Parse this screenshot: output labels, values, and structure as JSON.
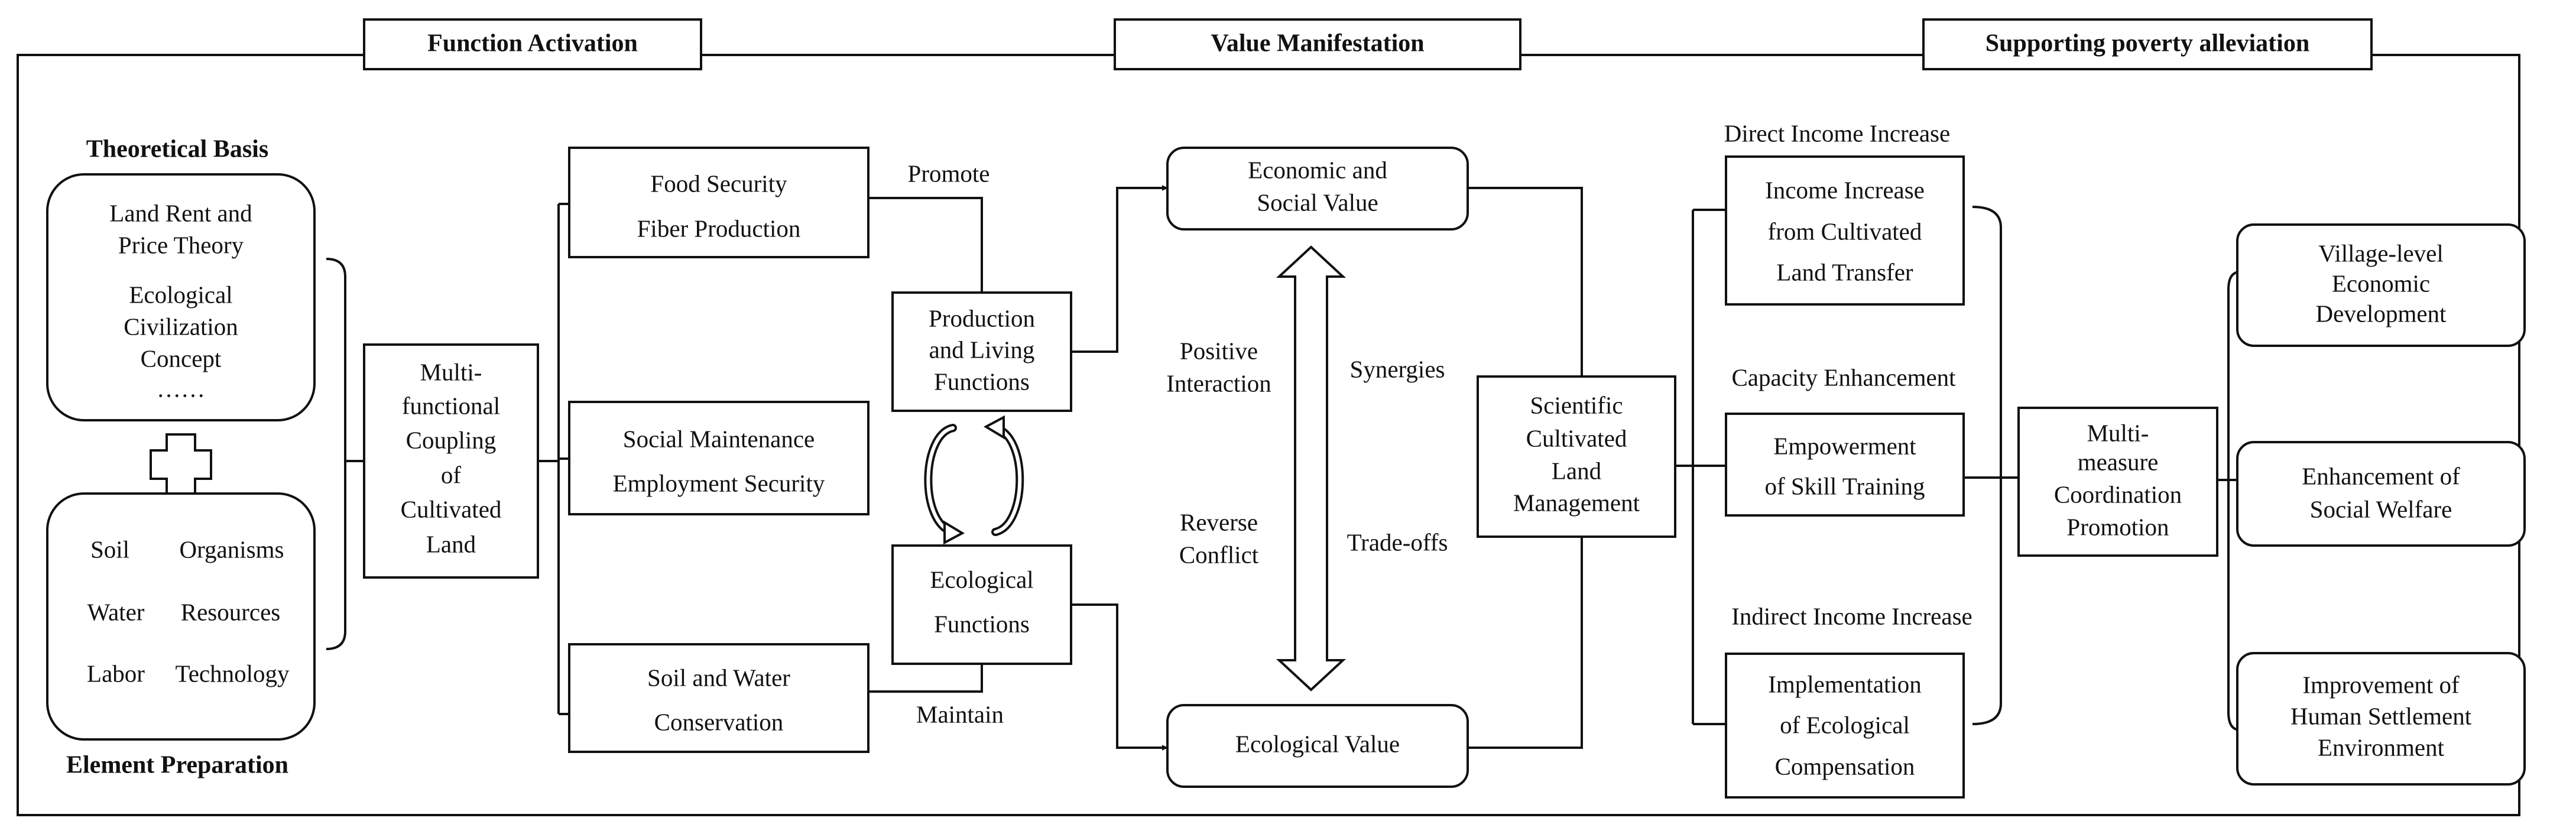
{
  "headers": {
    "function_activation": "Function Activation",
    "value_manifestation": "Value Manifestation",
    "supporting": "Supporting poverty alleviation"
  },
  "left": {
    "theoretical_title": "Theoretical Basis",
    "theory_lines": [
      "Land Rent and",
      "Price Theory",
      "Ecological",
      "Civilization",
      "Concept",
      "……"
    ],
    "element_title": "Element Preparation",
    "element_lines": [
      [
        "Soil",
        "Organisms"
      ],
      [
        "Water",
        "Resources"
      ],
      [
        "Labor",
        "Technology"
      ]
    ]
  },
  "coupling": [
    "Multi-",
    "functional",
    "Coupling",
    "of",
    "Cultivated",
    "Land"
  ],
  "functions": {
    "food": [
      "Food Security",
      "Fiber Production"
    ],
    "social": [
      "Social Maintenance",
      "Employment Security"
    ],
    "soil": [
      "Soil and Water",
      "Conservation"
    ],
    "production": [
      "Production",
      "and Living",
      "Functions"
    ],
    "ecological": [
      "Ecological",
      "Functions"
    ],
    "promote": "Promote",
    "maintain": "Maintain"
  },
  "values": {
    "economic": [
      "Economic and",
      "Social Value"
    ],
    "ecological": "Ecological Value",
    "positive": [
      "Positive",
      "Interaction"
    ],
    "reverse": [
      "Reverse",
      "Conflict"
    ],
    "synergies": "Synergies",
    "tradeoffs": "Trade-offs"
  },
  "management": [
    "Scientific",
    "Cultivated",
    "Land",
    "Management"
  ],
  "income": {
    "direct_title": "Direct Income Increase",
    "direct": [
      "Income Increase",
      "from Cultivated",
      "Land Transfer"
    ],
    "capacity_title": "Capacity Enhancement",
    "capacity": [
      "Empowerment",
      "of Skill Training"
    ],
    "indirect_title": "Indirect Income Increase",
    "indirect": [
      "Implementation",
      "of Ecological",
      "Compensation"
    ]
  },
  "coordination": [
    "Multi-",
    "measure",
    "Coordination",
    "Promotion"
  ],
  "outcomes": {
    "village": [
      "Village-level",
      "Economic",
      "Development"
    ],
    "welfare": [
      "Enhancement of",
      "Social Welfare"
    ],
    "settlement": [
      "Improvement of",
      "Human Settlement",
      "Environment"
    ]
  }
}
